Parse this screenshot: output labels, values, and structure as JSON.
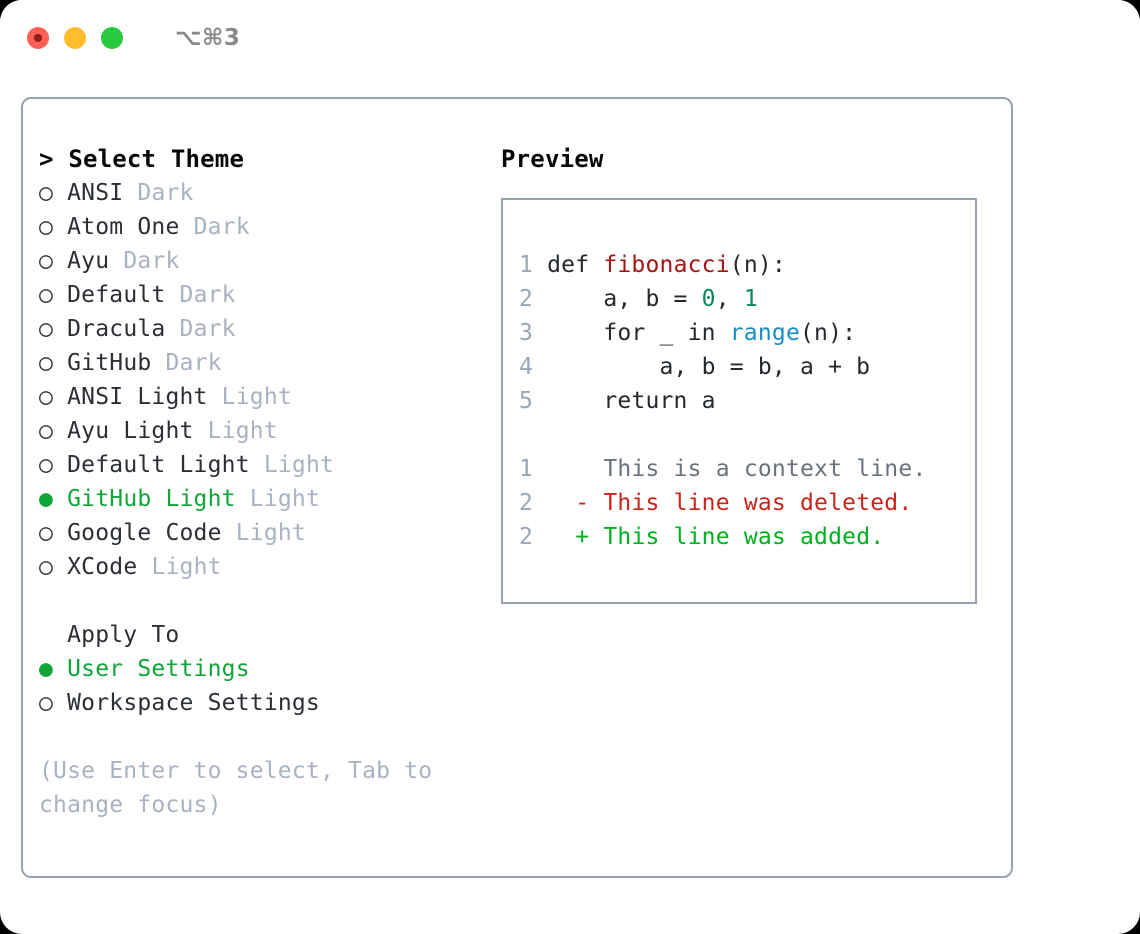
{
  "titlebar": {
    "shortcut": "⌥⌘3",
    "lights": [
      {
        "name": "close",
        "color": "#ff6058"
      },
      {
        "name": "minimize",
        "color": "#ffbd2e"
      },
      {
        "name": "maximize",
        "color": "#28c840"
      }
    ]
  },
  "theme_picker": {
    "prompt": "> ",
    "header": "Select Theme",
    "bullet_selected": "●",
    "bullet_unselected": "○",
    "items": [
      {
        "bullet": "○",
        "name": "ANSI",
        "kind": "Dark",
        "selected": false
      },
      {
        "bullet": "○",
        "name": "Atom One",
        "kind": "Dark",
        "selected": false
      },
      {
        "bullet": "○",
        "name": "Ayu",
        "kind": "Dark",
        "selected": false
      },
      {
        "bullet": "○",
        "name": "Default",
        "kind": "Dark",
        "selected": false
      },
      {
        "bullet": "○",
        "name": "Dracula",
        "kind": "Dark",
        "selected": false
      },
      {
        "bullet": "○",
        "name": "GitHub",
        "kind": "Dark",
        "selected": false
      },
      {
        "bullet": "○",
        "name": "ANSI Light",
        "kind": "Light",
        "selected": false
      },
      {
        "bullet": "○",
        "name": "Ayu Light",
        "kind": "Light",
        "selected": false
      },
      {
        "bullet": "○",
        "name": "Default Light",
        "kind": "Light",
        "selected": false
      },
      {
        "bullet": "●",
        "name": "GitHub Light",
        "kind": "Light",
        "selected": true
      },
      {
        "bullet": "○",
        "name": "Google Code",
        "kind": "Light",
        "selected": false
      },
      {
        "bullet": "○",
        "name": "XCode",
        "kind": "Light",
        "selected": false
      }
    ]
  },
  "apply_to": {
    "header": "  Apply To",
    "items": [
      {
        "bullet": "●",
        "name": "User Settings",
        "selected": true
      },
      {
        "bullet": "○",
        "name": "Workspace Settings",
        "selected": false
      }
    ]
  },
  "hint": "(Use Enter to select, Tab to change focus)",
  "preview": {
    "title": "Preview",
    "code_lines": [
      {
        "lineno": "1",
        "tokens": [
          {
            "text": "def ",
            "type": "plain"
          },
          {
            "text": "fibonacci",
            "type": "func"
          },
          {
            "text": "(n):",
            "type": "plain"
          }
        ]
      },
      {
        "lineno": "2",
        "tokens": [
          {
            "text": "    a, b = ",
            "type": "plain"
          },
          {
            "text": "0",
            "type": "num"
          },
          {
            "text": ", ",
            "type": "plain"
          },
          {
            "text": "1",
            "type": "num"
          }
        ]
      },
      {
        "lineno": "3",
        "tokens": [
          {
            "text": "    for _ in ",
            "type": "plain"
          },
          {
            "text": "range",
            "type": "builtin"
          },
          {
            "text": "(n):",
            "type": "plain"
          }
        ]
      },
      {
        "lineno": "4",
        "tokens": [
          {
            "text": "        a, b = b, a + b",
            "type": "plain"
          }
        ]
      },
      {
        "lineno": "5",
        "tokens": [
          {
            "text": "    return a",
            "type": "plain"
          }
        ]
      }
    ],
    "diff_lines": [
      {
        "lineno": "1",
        "marker": " ",
        "text": "This is a context line.",
        "type": "ctx"
      },
      {
        "lineno": "2",
        "marker": "-",
        "text": "This line was deleted.",
        "type": "del"
      },
      {
        "lineno": "2",
        "marker": "+",
        "text": "This line was added.",
        "type": "add"
      }
    ]
  },
  "colors": {
    "accent_green": "#11a538",
    "border": "#98a2b0",
    "muted": "#a8b2c0",
    "text": "#2b2f36",
    "func": "#a31515",
    "num": "#098658",
    "builtin": "#1a8cc8",
    "diff_del": "#c9241a",
    "diff_add": "#00b020",
    "diff_ctx": "#6a737d"
  }
}
